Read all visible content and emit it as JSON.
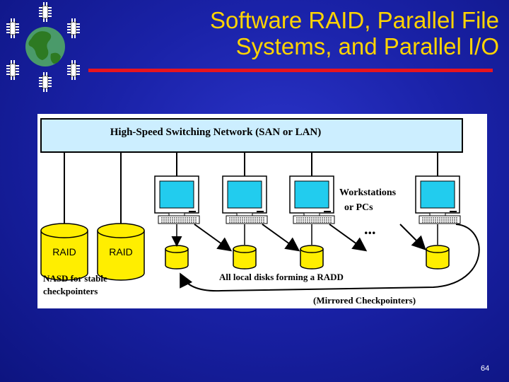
{
  "slide": {
    "title_line1": "Software RAID, Parallel File",
    "title_line2": "Systems, and Parallel I/O",
    "page_number": "64"
  },
  "logo": {
    "icon": "globe-with-processors-icon"
  },
  "diagram": {
    "network_label": "High-Speed Switching Network (SAN or LAN)",
    "raid_disks": [
      "RAID",
      "RAID"
    ],
    "nasd_label_line1": "NASD for stable",
    "nasd_label_line2": "checkpointers",
    "workstations_label_line1": "Workstations",
    "workstations_label_line2": "or PCs",
    "ellipsis": "...",
    "local_disks_label": "All local disks forming a RADD",
    "mirrored_label": "(Mirrored Checkpointers)",
    "colors": {
      "network_fill": "#cceeff",
      "disk_fill": "#ffee00",
      "screen_fill": "#22ccee",
      "title": "#ffd400",
      "accent_line": "#e8141e"
    }
  }
}
